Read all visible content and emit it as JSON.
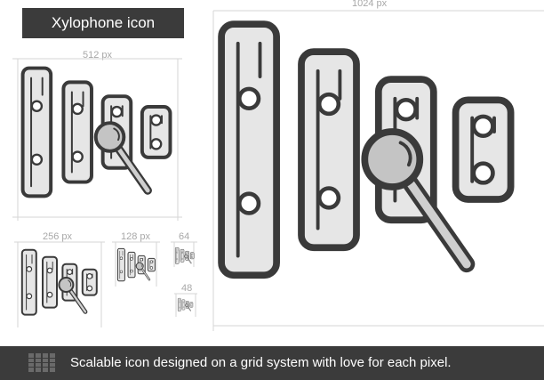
{
  "title": "Xylophone icon",
  "sizes": {
    "s1024": "1024 px",
    "s512": "512 px",
    "s256": "256 px",
    "s128": "128 px",
    "s64": "64",
    "s48": "48"
  },
  "footer": {
    "text": "Scalable icon designed on a grid system with love for each pixel."
  },
  "colors": {
    "dark": "#3b3b3b",
    "bar_fill": "#e6e6e6",
    "bar_stroke": "#3a3a3a",
    "mallet_fill": "#c4c4c4",
    "guide": "#d0d0d0"
  },
  "icons": {
    "main": "xylophone-icon",
    "footer": "grid-icon"
  }
}
